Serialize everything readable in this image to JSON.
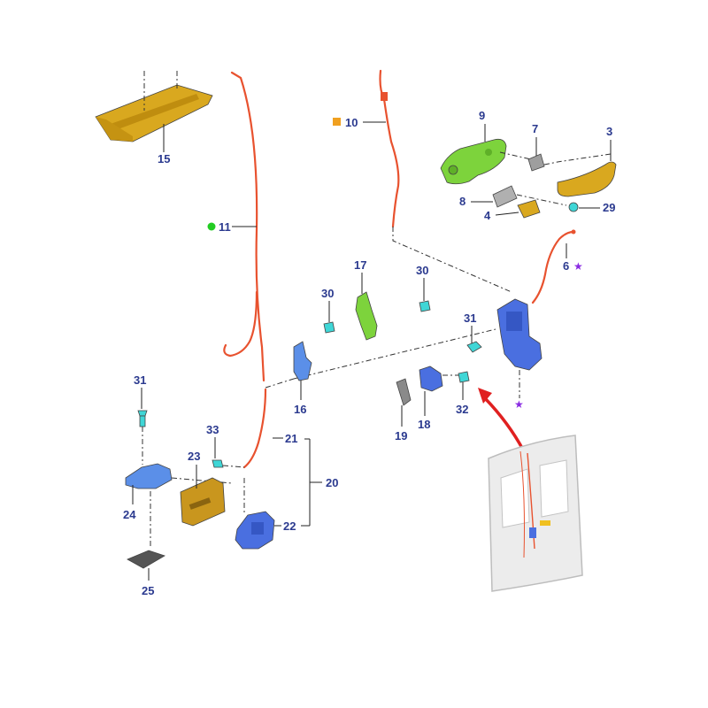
{
  "callouts": {
    "c1": "15",
    "c2": "10",
    "c3": "9",
    "c4": "7",
    "c5": "3",
    "c6": "8",
    "c7": "4",
    "c8": "29",
    "c9": "11",
    "c10": "6",
    "c11": "17",
    "c12": "30",
    "c13": "30",
    "c14": "31",
    "c15": "16",
    "c16": "32",
    "c17": "18",
    "c18": "19",
    "c19": "31",
    "c20": "33",
    "c21": "21",
    "c22": "20",
    "c23": "23",
    "c24": "24",
    "c25": "22",
    "c26": "25"
  },
  "markers": {
    "star": "★"
  },
  "colors": {
    "callout_text": "#2b3a8f",
    "cable": "#e8522f",
    "tray": "#d9a81f",
    "green_part": "#7dd33c",
    "blue_part": "#4a6fe0",
    "cyan_fastener": "#3fd6d6",
    "gold_part": "#c9961e",
    "grey_part": "#8a8a8a",
    "star_marker": "#8a2be2",
    "circle_marker": "#22cc22",
    "square_marker": "#f0a020",
    "arrow": "#e02020"
  },
  "legend_markers": {
    "square_marker_icon": "square",
    "circle_marker_icon": "circle",
    "star_marker_icon": "star"
  }
}
